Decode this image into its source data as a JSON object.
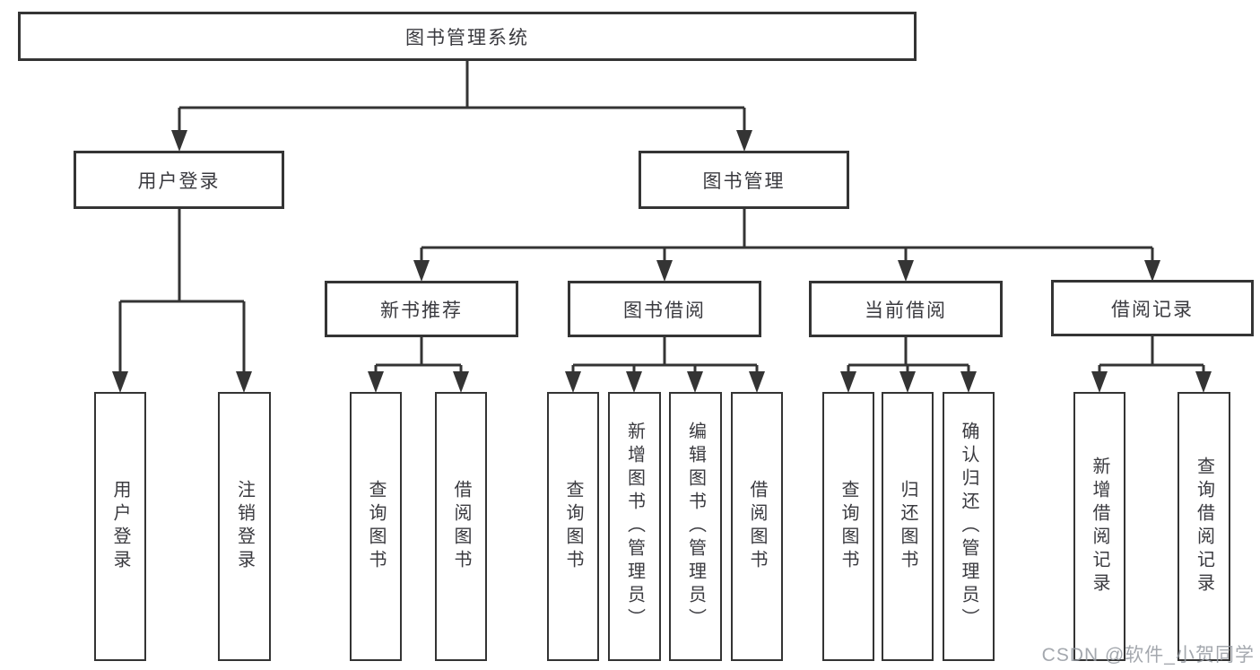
{
  "diagram": {
    "type": "tree",
    "root": "图书管理系统",
    "level2": {
      "user_login": "用户登录",
      "book_mgmt": "图书管理"
    },
    "level3": {
      "new_books": "新书推荐",
      "book_borrow": "图书借阅",
      "current_borrow": "当前借阅",
      "borrow_records": "借阅记录"
    },
    "leaves": {
      "user_login": [
        "用户登录",
        "注销登录"
      ],
      "new_books": [
        "查询图书",
        "借阅图书"
      ],
      "book_borrow": [
        "查询图书",
        "新增图书（管理员）",
        "编辑图书（管理员）",
        "借阅图书"
      ],
      "current_borrow": [
        "查询图书",
        "归还图书",
        "确认归还（管理员）"
      ],
      "borrow_records": [
        "新增借阅记录",
        "查询借阅记录"
      ]
    }
  },
  "colors": {
    "line": "#343434",
    "text": "#3a3a3f",
    "background": "#ffffff",
    "watermark": "#9499a0"
  },
  "watermark": "CSDN @软件_小贺同学"
}
